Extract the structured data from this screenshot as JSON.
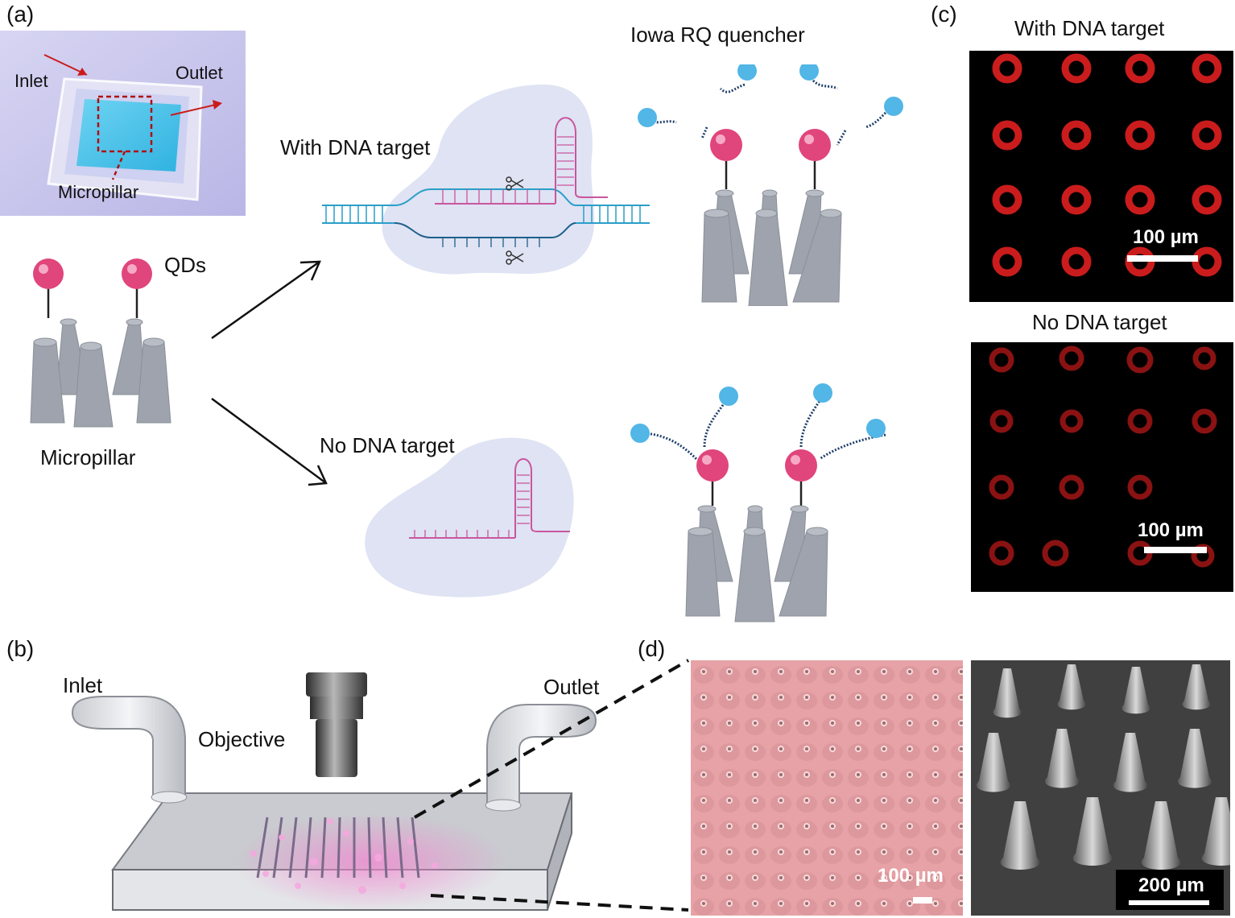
{
  "panels": {
    "a": {
      "letter": "(a)",
      "photo_labels": {
        "inlet": "Inlet",
        "outlet": "Outlet",
        "micropillar": "Micropillar"
      },
      "schematic_labels": {
        "qds": "QDs",
        "micropillar": "Micropillar",
        "with_target": "With DNA target",
        "no_target": "No DNA target",
        "quencher": "Iowa RQ quencher"
      }
    },
    "b": {
      "letter": "(b)",
      "labels": {
        "inlet": "Inlet",
        "outlet": "Outlet",
        "objective": "Objective"
      }
    },
    "c": {
      "letter": "(c)",
      "top_title": "With DNA target",
      "bottom_title": "No DNA target",
      "top_scale": "100 µm",
      "bottom_scale": "100 µm"
    },
    "d": {
      "letter": "(d)",
      "optical_scale": "100 µm",
      "sem_scale": "200 µm"
    }
  },
  "colors": {
    "qd": "#e0457b",
    "quencher": "#52b6e6",
    "pillar": "#9ea3ad",
    "cas_blob": "#dfe3f3",
    "dna_blue": "#2b9ec9",
    "crrna": "#c9569f",
    "fluor_red": "#e02020"
  }
}
